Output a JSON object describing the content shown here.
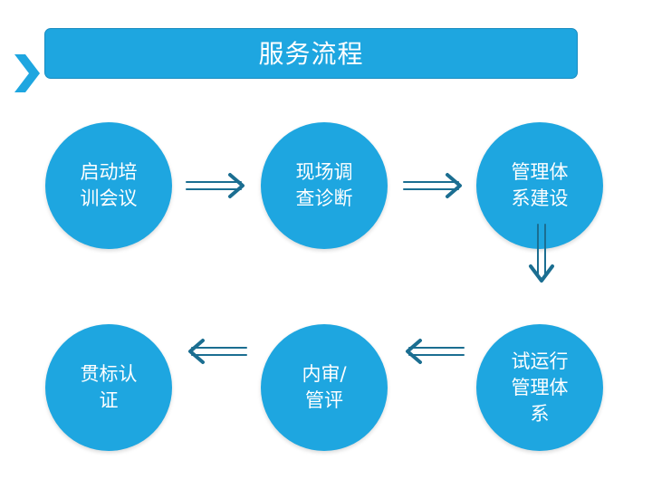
{
  "title": "服务流程",
  "colors": {
    "accent": "#1ea6e0",
    "arrow": "#1b6e91",
    "background": "#ffffff"
  },
  "icons": {
    "bullet": "chevron-right-icon"
  },
  "steps": [
    {
      "label": "启动培训会议"
    },
    {
      "label": "现场调查诊断"
    },
    {
      "label": "管理体系建设"
    },
    {
      "label": "试运行管理体系"
    },
    {
      "label": "内审/管评"
    },
    {
      "label": "贯标认证"
    }
  ]
}
